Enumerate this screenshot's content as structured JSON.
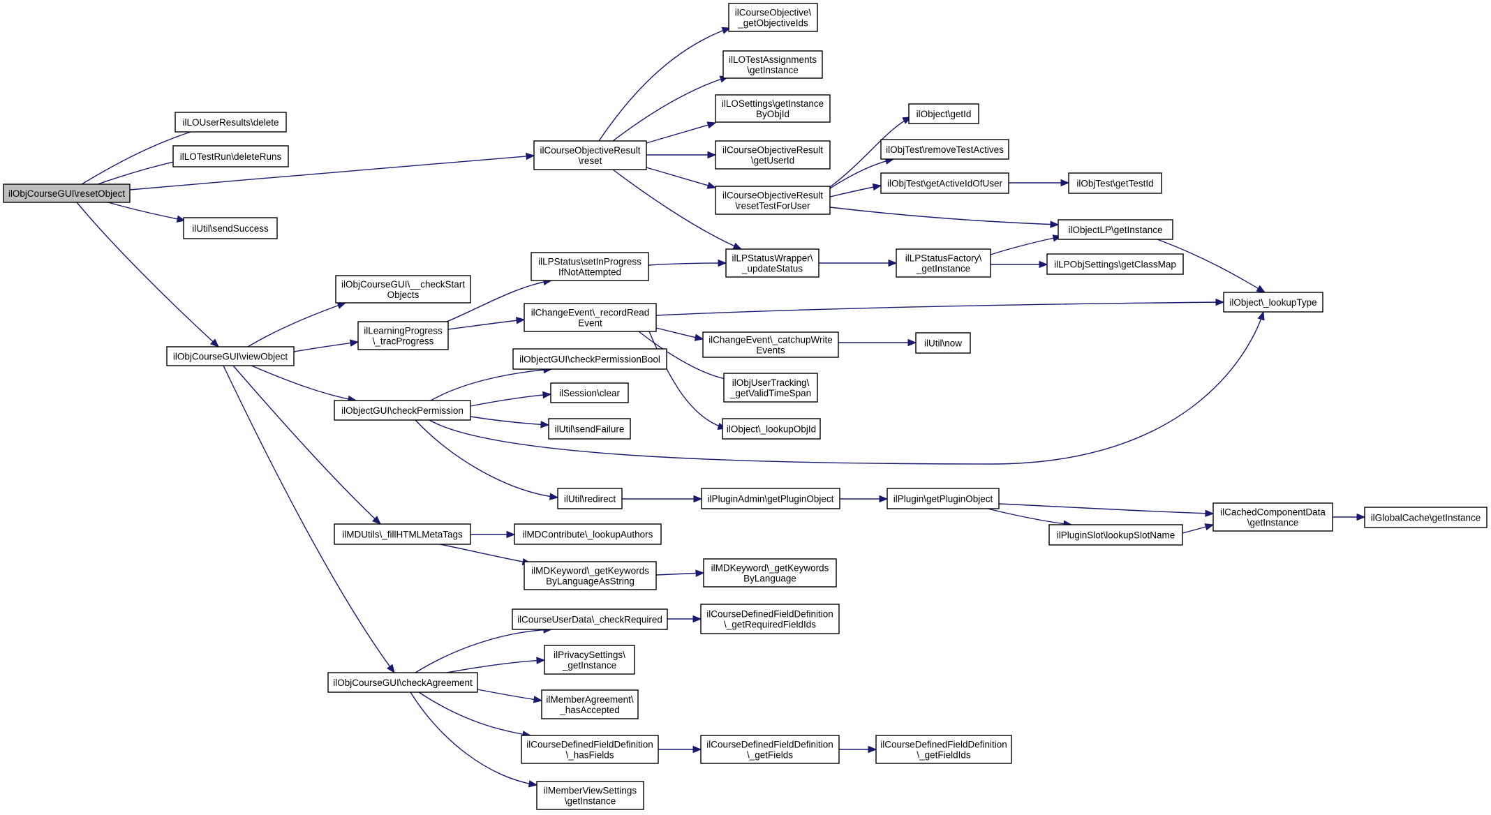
{
  "diagram": {
    "kind": "call-graph",
    "colors": {
      "edge": "#191970",
      "node_border": "#000000",
      "node_fill": "#ffffff",
      "root_fill": "#bfbfbf"
    },
    "nodes": [
      {
        "id": "resetObject",
        "lines": [
          "ilObjCourseGUI\\resetObject"
        ],
        "root": true
      },
      {
        "id": "LOUserResults_delete",
        "lines": [
          "ilLOUserResults\\delete"
        ]
      },
      {
        "id": "LOTestRun_deleteRuns",
        "lines": [
          "ilLOTestRun\\deleteRuns"
        ]
      },
      {
        "id": "ilUtil_sendSuccess",
        "lines": [
          "ilUtil\\sendSuccess"
        ]
      },
      {
        "id": "CourseObjectiveResult_reset",
        "lines": [
          "ilCourseObjectiveResult",
          "\\reset"
        ]
      },
      {
        "id": "viewObject",
        "lines": [
          "ilObjCourseGUI\\viewObject"
        ]
      },
      {
        "id": "CourseObjective_getObjectiveIds",
        "lines": [
          "ilCourseObjective\\",
          "_getObjectiveIds"
        ]
      },
      {
        "id": "LOTestAssignments_getInstance",
        "lines": [
          "ilLOTestAssignments",
          "\\getInstance"
        ]
      },
      {
        "id": "LOSettings_getInstanceByObjId",
        "lines": [
          "ilLOSettings\\getInstance",
          "ByObjId"
        ]
      },
      {
        "id": "CourseObjectiveResult_getUserId",
        "lines": [
          "ilCourseObjectiveResult",
          "\\getUserId"
        ]
      },
      {
        "id": "CourseObjectiveResult_resetTestForUser",
        "lines": [
          "ilCourseObjectiveResult",
          "\\resetTestForUser"
        ]
      },
      {
        "id": "LPStatusWrapper_updateStatus",
        "lines": [
          "ilLPStatusWrapper\\",
          "_updateStatus"
        ]
      },
      {
        "id": "Object_getId",
        "lines": [
          "ilObject\\getId"
        ]
      },
      {
        "id": "ObjTest_removeTestActives",
        "lines": [
          "ilObjTest\\removeTestActives"
        ]
      },
      {
        "id": "ObjTest_getActiveIdOfUser",
        "lines": [
          "ilObjTest\\getActiveIdOfUser"
        ]
      },
      {
        "id": "ObjTest_getTestId",
        "lines": [
          "ilObjTest\\getTestId"
        ]
      },
      {
        "id": "ObjectLP_getInstance",
        "lines": [
          "ilObjectLP\\getInstance"
        ]
      },
      {
        "id": "LPStatusFactory_getInstance",
        "lines": [
          "ilLPStatusFactory\\",
          "_getInstance"
        ]
      },
      {
        "id": "LPObjSettings_getClassMap",
        "lines": [
          "ilLPObjSettings\\getClassMap"
        ]
      },
      {
        "id": "Object_lookupType",
        "lines": [
          "ilObject\\_lookupType"
        ]
      },
      {
        "id": "LPStatus_setInProgressIfNotAttempted",
        "lines": [
          "ilLPStatus\\setInProgress",
          "IfNotAttempted"
        ]
      },
      {
        "id": "ObjCourseGUI_checkStartObjects",
        "lines": [
          "ilObjCourseGUI\\__checkStart",
          "Objects"
        ]
      },
      {
        "id": "LearningProgress_tracProgress",
        "lines": [
          "ilLearningProgress",
          "\\_tracProgress"
        ]
      },
      {
        "id": "ChangeEvent_recordReadEvent",
        "lines": [
          "ilChangeEvent\\_recordRead",
          "Event"
        ]
      },
      {
        "id": "ChangeEvent_catchupWriteEvents",
        "lines": [
          "ilChangeEvent\\_catchupWrite",
          "Events"
        ]
      },
      {
        "id": "ilUtil_now",
        "lines": [
          "ilUtil\\now"
        ]
      },
      {
        "id": "ObjUserTracking_getValidTimeSpan",
        "lines": [
          "ilObjUserTracking\\",
          "_getValidTimeSpan"
        ]
      },
      {
        "id": "Object_lookupObjId",
        "lines": [
          "ilObject\\_lookupObjId"
        ]
      },
      {
        "id": "ObjectGUI_checkPermissionBool",
        "lines": [
          "ilObjectGUI\\checkPermissionBool"
        ]
      },
      {
        "id": "ObjectGUI_checkPermission",
        "lines": [
          "ilObjectGUI\\checkPermission"
        ]
      },
      {
        "id": "Session_clear",
        "lines": [
          "ilSession\\clear"
        ]
      },
      {
        "id": "ilUtil_sendFailure",
        "lines": [
          "ilUtil\\sendFailure"
        ]
      },
      {
        "id": "ilUtil_redirect",
        "lines": [
          "ilUtil\\redirect"
        ]
      },
      {
        "id": "PluginAdmin_getPluginObject",
        "lines": [
          "ilPluginAdmin\\getPluginObject"
        ]
      },
      {
        "id": "Plugin_getPluginObject",
        "lines": [
          "ilPlugin\\getPluginObject"
        ]
      },
      {
        "id": "CachedComponentData_getInstance",
        "lines": [
          "ilCachedComponentData",
          "\\getInstance"
        ]
      },
      {
        "id": "GlobalCache_getInstance",
        "lines": [
          "ilGlobalCache\\getInstance"
        ]
      },
      {
        "id": "PluginSlot_lookupSlotName",
        "lines": [
          "ilPluginSlot\\lookupSlotName"
        ]
      },
      {
        "id": "MDUtils_fillHTMLMetaTags",
        "lines": [
          "ilMDUtils\\_fillHTMLMetaTags"
        ]
      },
      {
        "id": "MDContribute_lookupAuthors",
        "lines": [
          "ilMDContribute\\_lookupAuthors"
        ]
      },
      {
        "id": "MDKeyword_getKeywordsByLanguageAsString",
        "lines": [
          "ilMDKeyword\\_getKeywords",
          "ByLanguageAsString"
        ]
      },
      {
        "id": "MDKeyword_getKeywordsByLanguage",
        "lines": [
          "ilMDKeyword\\_getKeywords",
          "ByLanguage"
        ]
      },
      {
        "id": "CourseUserData_checkRequired",
        "lines": [
          "ilCourseUserData\\_checkRequired"
        ]
      },
      {
        "id": "CourseDefinedFieldDefinition_getRequiredFieldIds",
        "lines": [
          "ilCourseDefinedFieldDefinition",
          "\\_getRequiredFieldIds"
        ]
      },
      {
        "id": "PrivacySettings_getInstance",
        "lines": [
          "ilPrivacySettings\\",
          "_getInstance"
        ]
      },
      {
        "id": "ObjCourseGUI_checkAgreement",
        "lines": [
          "ilObjCourseGUI\\checkAgreement"
        ]
      },
      {
        "id": "MemberAgreement_hasAccepted",
        "lines": [
          "ilMemberAgreement\\",
          "_hasAccepted"
        ]
      },
      {
        "id": "CourseDefinedFieldDefinition_hasFields",
        "lines": [
          "ilCourseDefinedFieldDefinition",
          "\\_hasFields"
        ]
      },
      {
        "id": "CourseDefinedFieldDefinition_getFields",
        "lines": [
          "ilCourseDefinedFieldDefinition",
          "\\_getFields"
        ]
      },
      {
        "id": "CourseDefinedFieldDefinition_getFieldIds",
        "lines": [
          "ilCourseDefinedFieldDefinition",
          "\\_getFieldIds"
        ]
      },
      {
        "id": "MemberViewSettings_getInstance",
        "lines": [
          "ilMemberViewSettings",
          "\\getInstance"
        ]
      }
    ],
    "edges": [
      [
        "resetObject",
        "LOUserResults_delete"
      ],
      [
        "resetObject",
        "LOTestRun_deleteRuns"
      ],
      [
        "resetObject",
        "CourseObjectiveResult_reset"
      ],
      [
        "resetObject",
        "ilUtil_sendSuccess"
      ],
      [
        "resetObject",
        "viewObject"
      ],
      [
        "CourseObjectiveResult_reset",
        "CourseObjective_getObjectiveIds"
      ],
      [
        "CourseObjectiveResult_reset",
        "LOTestAssignments_getInstance"
      ],
      [
        "CourseObjectiveResult_reset",
        "LOSettings_getInstanceByObjId"
      ],
      [
        "CourseObjectiveResult_reset",
        "CourseObjectiveResult_getUserId"
      ],
      [
        "CourseObjectiveResult_reset",
        "CourseObjectiveResult_resetTestForUser"
      ],
      [
        "CourseObjectiveResult_reset",
        "LPStatusWrapper_updateStatus"
      ],
      [
        "CourseObjectiveResult_resetTestForUser",
        "Object_getId"
      ],
      [
        "CourseObjectiveResult_resetTestForUser",
        "ObjTest_removeTestActives"
      ],
      [
        "CourseObjectiveResult_resetTestForUser",
        "ObjTest_getActiveIdOfUser"
      ],
      [
        "CourseObjectiveResult_resetTestForUser",
        "ObjectLP_getInstance"
      ],
      [
        "ObjTest_getActiveIdOfUser",
        "ObjTest_getTestId"
      ],
      [
        "ObjectLP_getInstance",
        "Object_lookupType"
      ],
      [
        "LPStatusWrapper_updateStatus",
        "LPStatusFactory_getInstance"
      ],
      [
        "LPStatusFactory_getInstance",
        "ObjectLP_getInstance"
      ],
      [
        "LPStatusFactory_getInstance",
        "LPObjSettings_getClassMap"
      ],
      [
        "LPStatus_setInProgressIfNotAttempted",
        "LPStatusWrapper_updateStatus"
      ],
      [
        "viewObject",
        "ObjCourseGUI_checkStartObjects"
      ],
      [
        "viewObject",
        "LearningProgress_tracProgress"
      ],
      [
        "viewObject",
        "ObjectGUI_checkPermission"
      ],
      [
        "viewObject",
        "MDUtils_fillHTMLMetaTags"
      ],
      [
        "viewObject",
        "ObjCourseGUI_checkAgreement"
      ],
      [
        "LearningProgress_tracProgress",
        "LPStatus_setInProgressIfNotAttempted"
      ],
      [
        "LearningProgress_tracProgress",
        "ChangeEvent_recordReadEvent"
      ],
      [
        "ChangeEvent_recordReadEvent",
        "Object_lookupType"
      ],
      [
        "ChangeEvent_recordReadEvent",
        "ChangeEvent_catchupWriteEvents"
      ],
      [
        "ChangeEvent_recordReadEvent",
        "ObjUserTracking_getValidTimeSpan"
      ],
      [
        "ChangeEvent_recordReadEvent",
        "Object_lookupObjId"
      ],
      [
        "ChangeEvent_catchupWriteEvents",
        "ilUtil_now"
      ],
      [
        "ObjectGUI_checkPermission",
        "ObjectGUI_checkPermissionBool"
      ],
      [
        "ObjectGUI_checkPermission",
        "Session_clear"
      ],
      [
        "ObjectGUI_checkPermission",
        "ilUtil_sendFailure"
      ],
      [
        "ObjectGUI_checkPermission",
        "ilUtil_redirect"
      ],
      [
        "ObjectGUI_checkPermission",
        "Object_lookupType"
      ],
      [
        "ilUtil_redirect",
        "PluginAdmin_getPluginObject"
      ],
      [
        "PluginAdmin_getPluginObject",
        "Plugin_getPluginObject"
      ],
      [
        "Plugin_getPluginObject",
        "CachedComponentData_getInstance"
      ],
      [
        "Plugin_getPluginObject",
        "PluginSlot_lookupSlotName"
      ],
      [
        "PluginSlot_lookupSlotName",
        "CachedComponentData_getInstance"
      ],
      [
        "CachedComponentData_getInstance",
        "GlobalCache_getInstance"
      ],
      [
        "MDUtils_fillHTMLMetaTags",
        "MDContribute_lookupAuthors"
      ],
      [
        "MDUtils_fillHTMLMetaTags",
        "MDKeyword_getKeywordsByLanguageAsString"
      ],
      [
        "MDKeyword_getKeywordsByLanguageAsString",
        "MDKeyword_getKeywordsByLanguage"
      ],
      [
        "ObjCourseGUI_checkAgreement",
        "CourseUserData_checkRequired"
      ],
      [
        "ObjCourseGUI_checkAgreement",
        "PrivacySettings_getInstance"
      ],
      [
        "ObjCourseGUI_checkAgreement",
        "MemberAgreement_hasAccepted"
      ],
      [
        "ObjCourseGUI_checkAgreement",
        "CourseDefinedFieldDefinition_hasFields"
      ],
      [
        "ObjCourseGUI_checkAgreement",
        "MemberViewSettings_getInstance"
      ],
      [
        "CourseUserData_checkRequired",
        "CourseDefinedFieldDefinition_getRequiredFieldIds"
      ],
      [
        "CourseDefinedFieldDefinition_hasFields",
        "CourseDefinedFieldDefinition_getFields"
      ],
      [
        "CourseDefinedFieldDefinition_getFields",
        "CourseDefinedFieldDefinition_getFieldIds"
      ]
    ]
  }
}
